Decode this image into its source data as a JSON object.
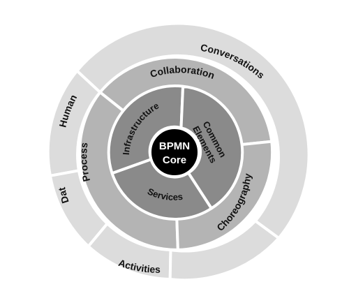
{
  "colors": {
    "outer_ring": "#dcdcdc",
    "middle_ring": "#b4b4b4",
    "inner_ring": "#8a8a8a",
    "core": "#000000",
    "separator": "#ffffff"
  },
  "core": {
    "line1": "BPMN",
    "line2": "Core"
  },
  "outer_ring": {
    "conversations": "Conversations",
    "human": "Human",
    "data": "Data",
    "activities": "Activities"
  },
  "middle_ring": {
    "collaboration": "Collaboration",
    "process": "Process",
    "choreography": "Choreography"
  },
  "inner_ring": {
    "infrastructure": "Infrastructure",
    "common_line1": "Common",
    "common_line2": "Elements",
    "services": "Services"
  }
}
